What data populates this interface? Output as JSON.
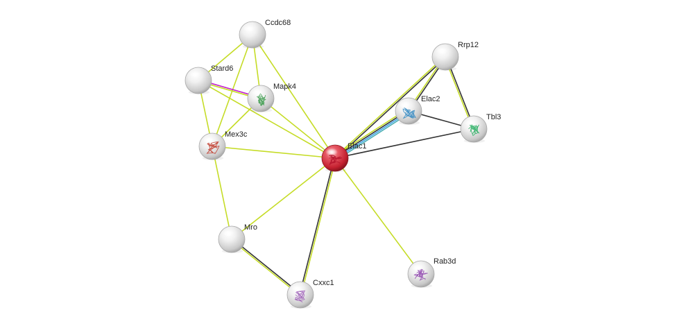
{
  "colors": {
    "background": "#ffffff",
    "query_node": "#d92e3c",
    "neighbor_node": "#d7d7d7",
    "edge_textmining": "#c5dc26",
    "edge_coexpression": "#333333",
    "edge_experimental": "#c21fcc",
    "edge_database": "#3fa3e6",
    "edge_homology": "#4fb0b5"
  },
  "network": {
    "nodes": [
      {
        "id": "Elac1",
        "label": "Elac1",
        "query": true,
        "has_structure": true
      },
      {
        "id": "Ccdc68",
        "label": "Ccdc68",
        "query": false,
        "has_structure": false
      },
      {
        "id": "Stard6",
        "label": "Stard6",
        "query": false,
        "has_structure": false
      },
      {
        "id": "Mapk4",
        "label": "Mapk4",
        "query": false,
        "has_structure": true
      },
      {
        "id": "Mex3c",
        "label": "Mex3c",
        "query": false,
        "has_structure": true
      },
      {
        "id": "Mro",
        "label": "Mro",
        "query": false,
        "has_structure": false
      },
      {
        "id": "Cxxc1",
        "label": "Cxxc1",
        "query": false,
        "has_structure": true
      },
      {
        "id": "Rab3d",
        "label": "Rab3d",
        "query": false,
        "has_structure": true
      },
      {
        "id": "Rrp12",
        "label": "Rrp12",
        "query": false,
        "has_structure": false
      },
      {
        "id": "Elac2",
        "label": "Elac2",
        "query": false,
        "has_structure": true
      },
      {
        "id": "Tbl3",
        "label": "Tbl3",
        "query": false,
        "has_structure": true
      }
    ],
    "edges": [
      {
        "source": "Ccdc68",
        "target": "Stard6",
        "types": [
          "textmining"
        ]
      },
      {
        "source": "Ccdc68",
        "target": "Mapk4",
        "types": [
          "textmining"
        ]
      },
      {
        "source": "Ccdc68",
        "target": "Mex3c",
        "types": [
          "textmining"
        ]
      },
      {
        "source": "Ccdc68",
        "target": "Elac1",
        "types": [
          "textmining"
        ]
      },
      {
        "source": "Stard6",
        "target": "Mapk4",
        "types": [
          "experimental",
          "textmining"
        ]
      },
      {
        "source": "Stard6",
        "target": "Mex3c",
        "types": [
          "textmining"
        ]
      },
      {
        "source": "Stard6",
        "target": "Elac1",
        "types": [
          "textmining"
        ]
      },
      {
        "source": "Mapk4",
        "target": "Mex3c",
        "types": [
          "textmining"
        ]
      },
      {
        "source": "Mapk4",
        "target": "Elac1",
        "types": [
          "textmining"
        ]
      },
      {
        "source": "Mex3c",
        "target": "Elac1",
        "types": [
          "textmining"
        ]
      },
      {
        "source": "Mex3c",
        "target": "Mro",
        "types": [
          "textmining"
        ]
      },
      {
        "source": "Mro",
        "target": "Elac1",
        "types": [
          "textmining"
        ]
      },
      {
        "source": "Mro",
        "target": "Cxxc1",
        "types": [
          "coexpression",
          "textmining"
        ]
      },
      {
        "source": "Cxxc1",
        "target": "Elac1",
        "types": [
          "coexpression",
          "textmining"
        ]
      },
      {
        "source": "Rab3d",
        "target": "Elac1",
        "types": [
          "textmining"
        ]
      },
      {
        "source": "Rrp12",
        "target": "Elac1",
        "types": [
          "coexpression",
          "textmining"
        ]
      },
      {
        "source": "Rrp12",
        "target": "Elac2",
        "types": [
          "coexpression",
          "textmining"
        ]
      },
      {
        "source": "Rrp12",
        "target": "Tbl3",
        "types": [
          "coexpression",
          "textmining"
        ]
      },
      {
        "source": "Elac2",
        "target": "Elac1",
        "types": [
          "homology",
          "database",
          "coexpression",
          "textmining"
        ]
      },
      {
        "source": "Elac2",
        "target": "Tbl3",
        "types": [
          "coexpression"
        ]
      },
      {
        "source": "Tbl3",
        "target": "Elac1",
        "types": [
          "coexpression"
        ]
      }
    ]
  }
}
